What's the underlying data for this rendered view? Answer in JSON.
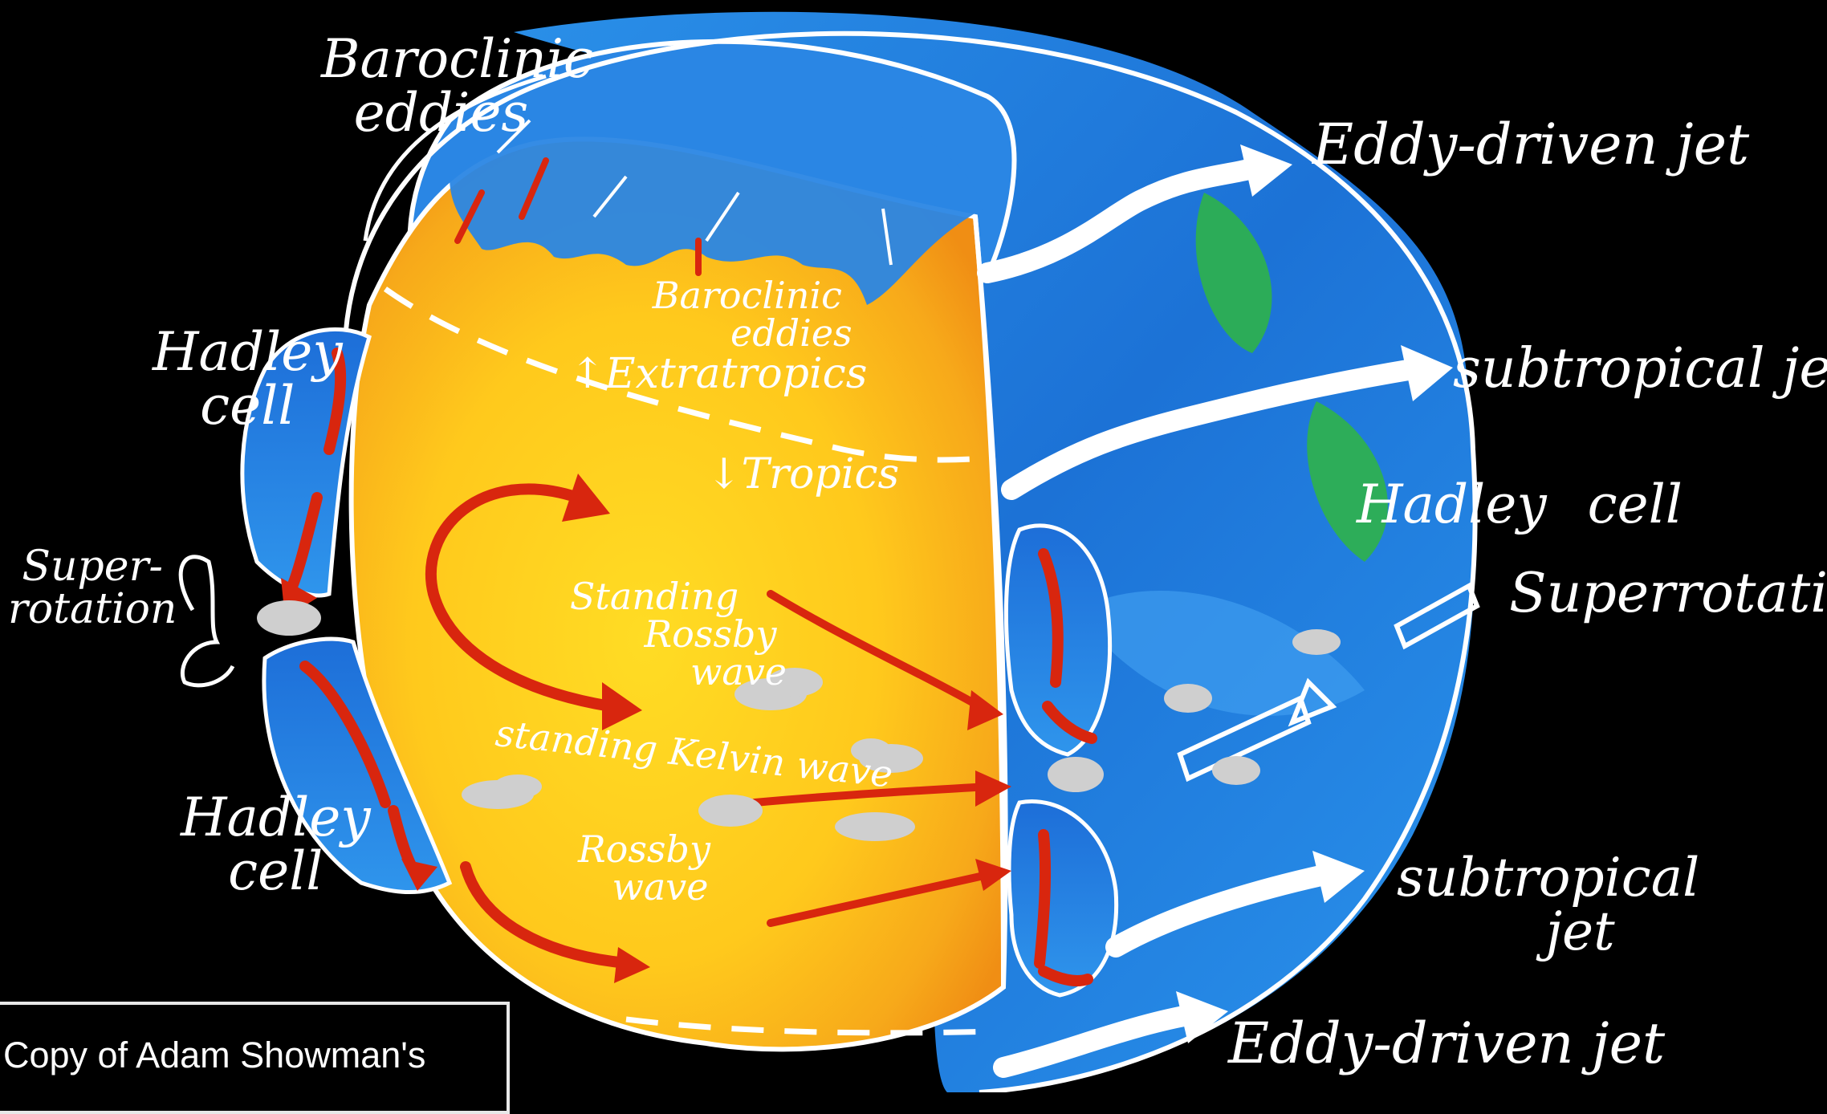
{
  "labels": {
    "baroclinic_top": [
      "Baroclinic",
      "eddies"
    ],
    "baroclinic_center": [
      "Baroclinic",
      "eddies"
    ],
    "extratropics": "Extratropics",
    "tropics": "Tropics",
    "hadley_upper_left": [
      "Hadley",
      "cell"
    ],
    "hadley_lower_left": [
      "Hadley",
      "cell"
    ],
    "superrotation_left": [
      "Super-",
      "rotation"
    ],
    "standing_rossby": [
      "Standing",
      "Rossby",
      "wave"
    ],
    "standing_kelvin": "standing Kelvin wave",
    "rossby": [
      "Rossby",
      "wave"
    ],
    "eddy_jet_top": "Eddy-driven jet",
    "subtropical_jet_top": "subtropical jet",
    "hadley_right": [
      "Hadley",
      "cell"
    ],
    "superrotation_right": "Superrotation",
    "subtropical_jet_bottom": [
      "subtropical",
      "jet"
    ],
    "eddy_jet_bottom": "Eddy-driven jet"
  },
  "credit": "Copy of Adam Showman's",
  "colors": {
    "background": "#000000",
    "dayside_yellow": "#ffd21a",
    "dayside_orange": "#f5a318",
    "nightside_blue": "#1e7fe0",
    "light_blue": "#35a6ef",
    "green_patch": "#2fb24a",
    "arrow_red": "#d8260e",
    "arrow_white": "#ffffff",
    "cloud_gray": "#c9c9c9"
  }
}
